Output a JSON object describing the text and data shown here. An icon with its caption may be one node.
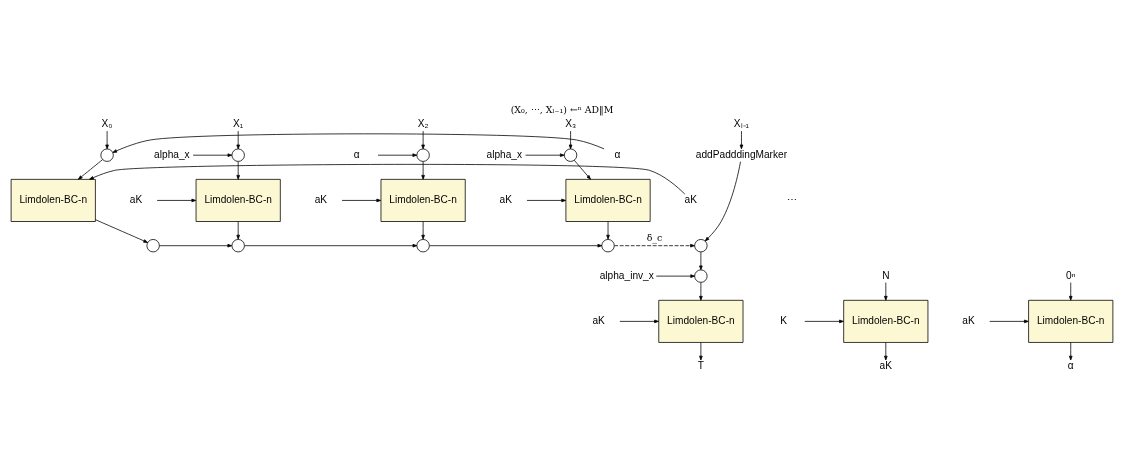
{
  "diagram": {
    "title": "(X₀, ⋯, Xₗ₋₁) ←ⁿ AD‖M",
    "nodes": [
      {
        "text": [
          "X₀"
        ]
      },
      {
        "text": [
          "X₁"
        ]
      },
      {
        "text": [
          "X₂"
        ]
      },
      {
        "text": [
          "X₃"
        ]
      },
      {
        "text": [
          "Xₗ₋₁"
        ]
      },
      {
        "text": [
          "α"
        ]
      },
      {
        "text": [],
        "shape": "circle"
      },
      {
        "text": [
          "alpha_x"
        ]
      },
      {
        "text": [],
        "shape": "circle"
      },
      {
        "text": [
          "α"
        ]
      },
      {
        "text": [],
        "shape": "circle"
      },
      {
        "text": [
          "alpha_x"
        ]
      },
      {
        "text": [],
        "shape": "circle"
      },
      {
        "text": [
          "addPadddingMarker"
        ]
      },
      {
        "text": [
          "aK"
        ]
      },
      {
        "text": [
          "Limdolen-BC-n"
        ]
      },
      {
        "text": [
          "aK"
        ]
      },
      {
        "text": [
          "Limdolen-BC-n"
        ]
      },
      {
        "text": [
          "aK"
        ]
      },
      {
        "text": [
          "Limdolen-BC-n"
        ]
      },
      {
        "text": [
          "aK"
        ]
      },
      {
        "text": [
          "Limdolen-BC-n"
        ]
      },
      {
        "text": [],
        "shape": "circle"
      },
      {
        "text": [],
        "shape": "circle"
      },
      {
        "text": [],
        "shape": "circle"
      },
      {
        "text": [],
        "shape": "circle"
      },
      {
        "text": [],
        "shape": "circle"
      },
      {
        "text": [
          "alpha_inv_x"
        ]
      },
      {
        "text": [],
        "shape": "circle"
      },
      {
        "text": [
          "N"
        ]
      },
      {
        "text": [
          "0ⁿ"
        ]
      },
      {
        "text": [
          "K"
        ]
      },
      {
        "text": [
          "Limdolen-BC-n"
        ]
      },
      {
        "text": [
          "aK"
        ]
      },
      {
        "text": [
          "Limdolen-BC-n"
        ]
      },
      {
        "text": [
          "aK"
        ]
      },
      {
        "text": [
          "Limdolen-BC-n"
        ]
      },
      {
        "text": [
          "aK"
        ]
      },
      {
        "text": [
          "α"
        ]
      },
      {
        "text": [
          "T"
        ]
      }
    ],
    "edges": [
      {
        "from": 0,
        "to": 6,
        "arrow": "to"
      },
      {
        "from": 5,
        "to": 6,
        "arrow": "to"
      },
      {
        "from": 6,
        "to": 15,
        "arrow": "to"
      },
      {
        "from": 14,
        "to": 15,
        "arrow": "to"
      },
      {
        "from": 15,
        "to": 22,
        "arrow": "to"
      },
      {
        "from": 22,
        "to": 23,
        "arrow": "to"
      },
      {
        "from": 1,
        "to": 8,
        "arrow": "to"
      },
      {
        "from": 7,
        "to": 8,
        "arrow": "to"
      },
      {
        "from": 8,
        "to": 17,
        "arrow": "to"
      },
      {
        "from": 16,
        "to": 17,
        "arrow": "to"
      },
      {
        "from": 17,
        "to": 23,
        "arrow": "to"
      },
      {
        "from": 23,
        "to": 24,
        "arrow": "to"
      },
      {
        "from": 2,
        "to": 10,
        "arrow": "to"
      },
      {
        "from": 9,
        "to": 10,
        "arrow": "to"
      },
      {
        "from": 10,
        "to": 19,
        "arrow": "to"
      },
      {
        "from": 18,
        "to": 19,
        "arrow": "to"
      },
      {
        "from": 19,
        "to": 24,
        "arrow": "to"
      },
      {
        "from": 24,
        "to": 25,
        "arrow": "to"
      },
      {
        "from": 3,
        "to": 12,
        "arrow": "to"
      },
      {
        "from": 11,
        "to": 12,
        "arrow": "to"
      },
      {
        "from": 12,
        "to": 21,
        "arrow": "to"
      },
      {
        "from": 20,
        "to": 21,
        "arrow": "to"
      },
      {
        "from": 21,
        "to": 25,
        "arrow": "to"
      },
      {
        "from": 25,
        "to": 26,
        "arrow": "to",
        "style": "dashed",
        "label": "δ_c"
      },
      {
        "from": 4,
        "to": 13,
        "arrow": "to"
      },
      {
        "from": 13,
        "to": 26,
        "arrow": "to"
      },
      {
        "from": 26,
        "to": 28,
        "arrow": "to"
      },
      {
        "from": 27,
        "to": 28,
        "arrow": "to"
      },
      {
        "from": 28,
        "to": 36,
        "arrow": "to"
      },
      {
        "from": 35,
        "to": 36,
        "arrow": "to"
      },
      {
        "from": 36,
        "to": 39,
        "arrow": "to"
      },
      {
        "from": 29,
        "to": 32,
        "arrow": "to"
      },
      {
        "from": 31,
        "to": 32,
        "arrow": "to"
      },
      {
        "from": 32,
        "to": 37,
        "arrow": "to"
      },
      {
        "from": 30,
        "to": 34,
        "arrow": "to"
      },
      {
        "from": 33,
        "to": 34,
        "arrow": "to"
      },
      {
        "from": 34,
        "to": 38,
        "arrow": "to"
      }
    ],
    "labels": [
      "⋯"
    ]
  }
}
